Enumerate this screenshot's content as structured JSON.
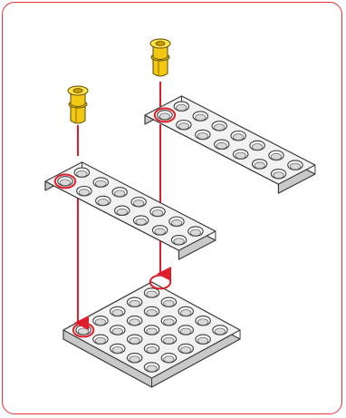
{
  "diagram": {
    "type": "assembly-instruction",
    "colors": {
      "frame_border": "#e8303c",
      "guide_line": "#e01e2a",
      "highlight_ring": "#e01e2a",
      "plate_top": "#f2f2f2",
      "plate_side": "#c9c9c9",
      "plate_outline": "#3a3a3a",
      "pin_yellow": "#f2c812",
      "pin_yellow_shadow": "#b38a00"
    },
    "parts": [
      {
        "id": "pin-left",
        "kind": "connector-pin",
        "icon": "yellow-pin-icon"
      },
      {
        "id": "pin-right",
        "kind": "connector-pin",
        "icon": "yellow-pin-icon"
      },
      {
        "id": "plate-top-right",
        "kind": "beam-plate",
        "holes": "2x7"
      },
      {
        "id": "plate-middle-left",
        "kind": "beam-plate",
        "holes": "2x7"
      },
      {
        "id": "plate-bottom",
        "kind": "square-plate",
        "holes": "5x5"
      }
    ]
  }
}
